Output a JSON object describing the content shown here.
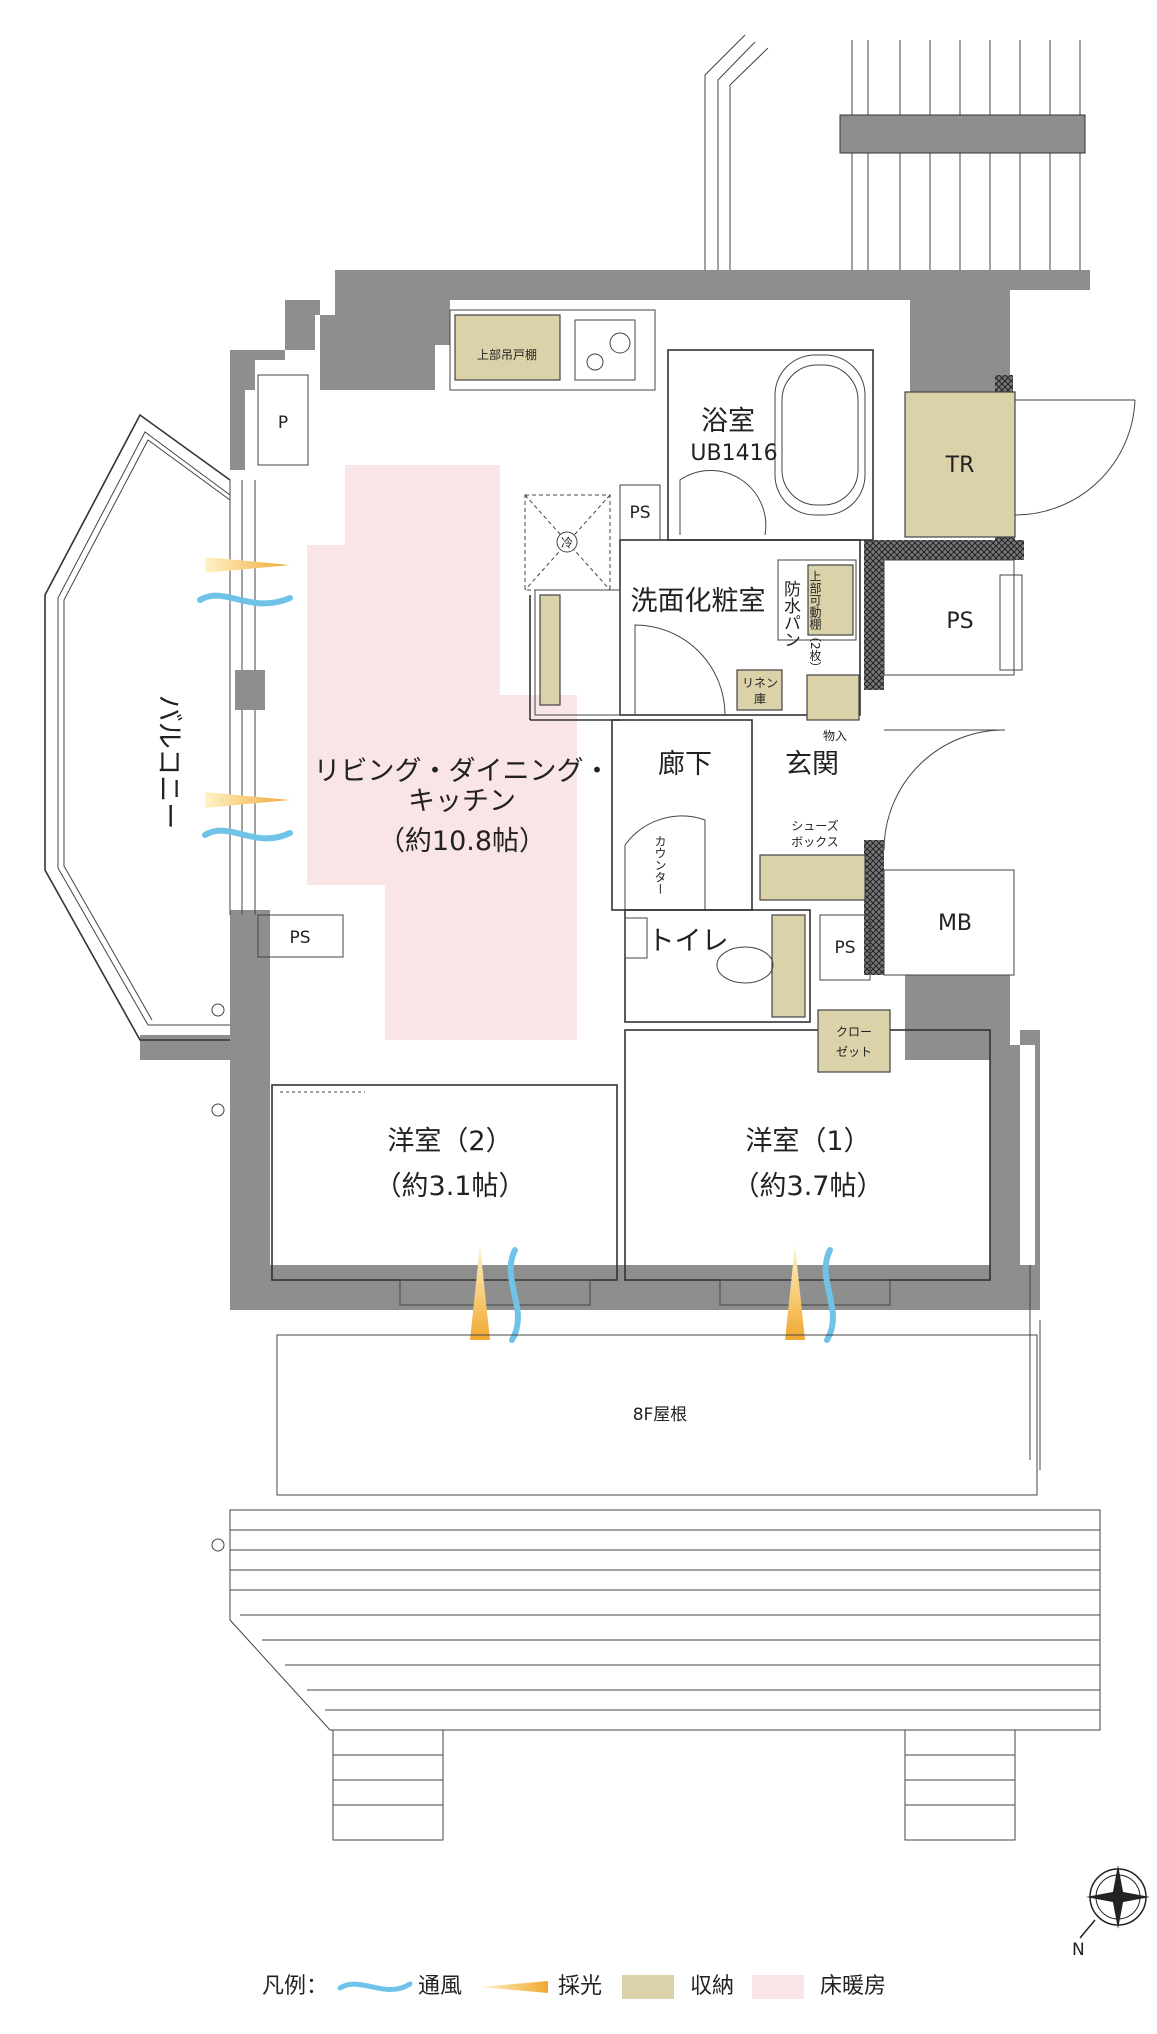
{
  "rooms": {
    "ldk_line1": "リビング・ダイニング・",
    "ldk_line2": "キッチン",
    "ldk_size": "（約10.8帖）",
    "bath": "浴室",
    "bath_unit": "UB1416",
    "washroom": "洗面化粧室",
    "hallway": "廊下",
    "entrance": "玄関",
    "toilet": "トイレ",
    "room2": "洋室（2）",
    "room2_size": "（約3.1帖）",
    "room1": "洋室（1）",
    "room1_size": "（約3.7帖）",
    "balcony": "バルコニー",
    "roof": "8F屋根"
  },
  "fixtures": {
    "tr": "TR",
    "ps": "PS",
    "mb": "MB",
    "p": "P",
    "upper_cabinet": "上部吊戸棚",
    "linen_line1": "リネン",
    "linen_line2": "庫",
    "storage": "物入",
    "shoes_line1": "シューズ",
    "shoes_line2": "ボックス",
    "closet_line1": "クロー",
    "closet_line2": "ゼット",
    "counter": "カウンター",
    "waterproof_pan": "防水パン",
    "movable_shelf": "上部可動棚（2枚）",
    "fridge": "冷"
  },
  "legend": {
    "title": "凡例：",
    "ventilation": "通風",
    "lighting": "採光",
    "storage": "収納",
    "floor_heating": "床暖房"
  },
  "compass": {
    "north": "N"
  },
  "colors": {
    "wall": "#8e8e8e",
    "storage": "#dcd2aa",
    "floor_heating": "#f9e4e6",
    "ventilation": "#6fc3e8",
    "lighting": "#f0a830"
  }
}
